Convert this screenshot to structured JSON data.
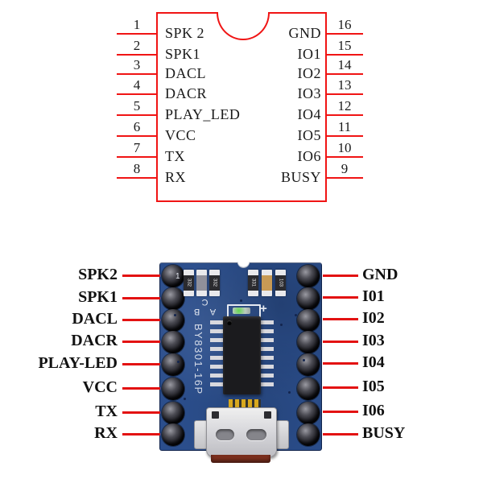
{
  "colors": {
    "schematic_red": "#f01414",
    "wire_red": "#e31212",
    "text": "#1a1a1a",
    "pcb_blue": "#2b4e8c"
  },
  "schematic": {
    "left_pins": [
      {
        "num": "1",
        "label": "SPK 2"
      },
      {
        "num": "2",
        "label": "SPK1"
      },
      {
        "num": "3",
        "label": "DACL"
      },
      {
        "num": "4",
        "label": "DACR"
      },
      {
        "num": "5",
        "label": "PLAY_LED"
      },
      {
        "num": "6",
        "label": "VCC"
      },
      {
        "num": "7",
        "label": "TX"
      },
      {
        "num": "8",
        "label": "RX"
      }
    ],
    "right_pins": [
      {
        "num": "16",
        "label": "GND"
      },
      {
        "num": "15",
        "label": "IO1"
      },
      {
        "num": "14",
        "label": "IO2"
      },
      {
        "num": "13",
        "label": "IO3"
      },
      {
        "num": "12",
        "label": "IO4"
      },
      {
        "num": "11",
        "label": "IO5"
      },
      {
        "num": "10",
        "label": "IO6"
      },
      {
        "num": "9",
        "label": "BUSY"
      }
    ]
  },
  "module": {
    "left_labels": [
      "SPK2",
      "SPK1",
      "DACL",
      "DACR",
      "PLAY-LED",
      "VCC",
      "TX",
      "RX"
    ],
    "right_labels": [
      "GND",
      "I01",
      "I02",
      "I03",
      "I04",
      "I05",
      "I06",
      "BUSY"
    ],
    "chip_silkscreen": "BY8301-16P",
    "abc_silkscreen": "A B C",
    "plus_silkscreen": "+",
    "pin1_silkscreen": "1",
    "smd_markings": [
      "332",
      "",
      "332",
      "331",
      "",
      "103"
    ]
  }
}
